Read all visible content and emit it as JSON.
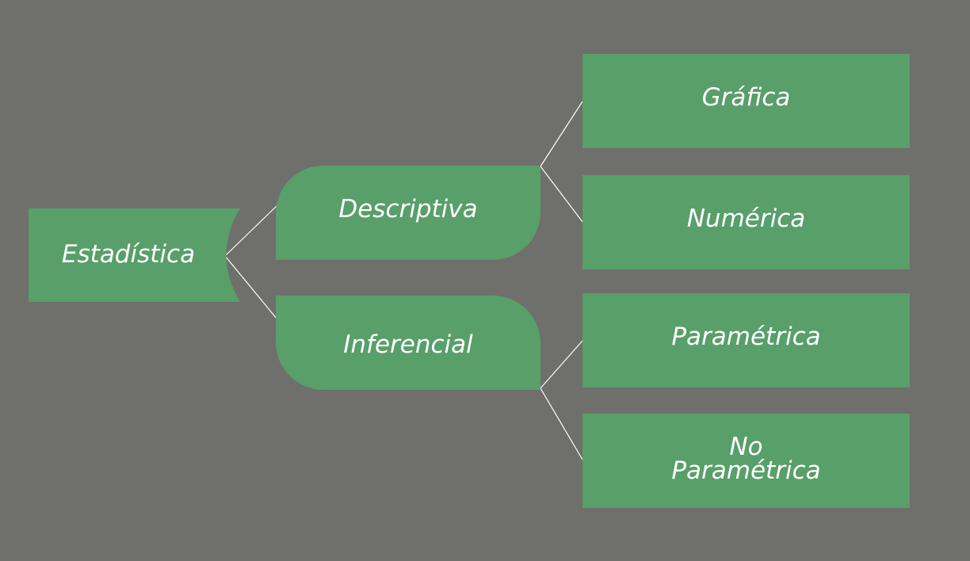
{
  "colors": {
    "background": "#6f6f6c",
    "node_fill": "#589f6a",
    "connector": "#ffffff",
    "text": "#ffffff"
  },
  "diagram": {
    "root": {
      "label": "Estadística"
    },
    "branches": [
      {
        "label": "Descriptiva",
        "children": [
          {
            "label": "Gráfica"
          },
          {
            "label": "Numérica"
          }
        ]
      },
      {
        "label": "Inferencial",
        "children": [
          {
            "label": "Paramétrica"
          },
          {
            "label_line1": "No",
            "label_line2": "Paramétrica"
          }
        ]
      }
    ]
  }
}
